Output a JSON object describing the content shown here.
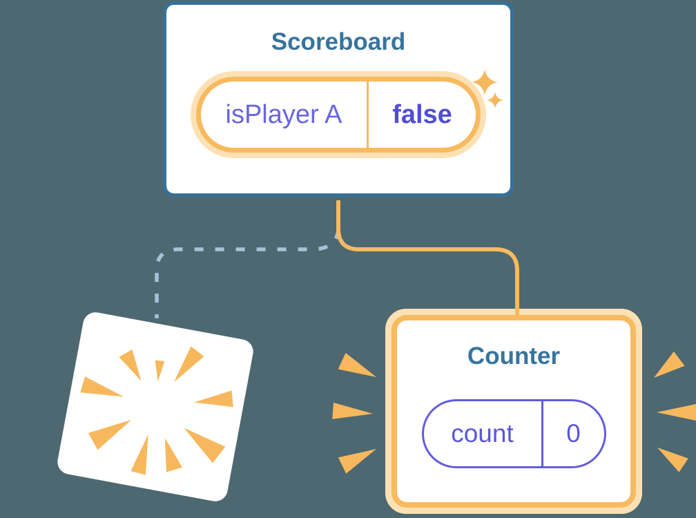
{
  "canvas": {
    "background_color": "#4d6871",
    "description": "component tree state diagram"
  },
  "scoreboard_card": {
    "title": "Scoreboard",
    "state_pill": {
      "key": "isPlayer A",
      "value": "false"
    }
  },
  "counter_card": {
    "title": "Counter",
    "state_pill": {
      "key": "count",
      "value": "0"
    }
  },
  "destroyed_card": {
    "decoration": "poof-burst-icon"
  },
  "connectors": {
    "active_branch": {
      "style": "solid",
      "color": "#f8ba5f",
      "from": "Scoreboard",
      "to": "Counter"
    },
    "removed_branch": {
      "style": "dashed",
      "color": "#a6c2d8",
      "from": "Scoreboard",
      "to": "destroyed card"
    }
  },
  "icons": {
    "sparkle": "sparkle-icon",
    "poof": "poof-burst-icon",
    "emphasis": "emphasis-ray-icon"
  },
  "colors": {
    "card_border_blue": "#35719b",
    "title_blue": "#36749e",
    "state_key_purple": "#6a65df",
    "state_value_purple": "#514dd4",
    "counter_pill_purple": "#625ddb",
    "highlight_orange": "#f8ba5f",
    "highlight_halo_peach": "#fde1b5",
    "ray_orange": "#f7b85d",
    "dashed_line_blue": "#a6c2d8"
  }
}
